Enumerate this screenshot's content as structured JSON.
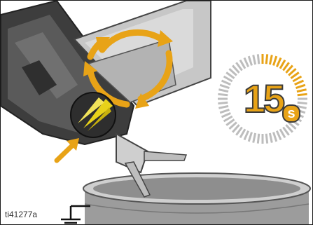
{
  "figure": {
    "id_label": "ti41277a",
    "timer_value": "15",
    "timer_unit": "s"
  },
  "colors": {
    "accent": "#e8a317",
    "tool_dark": "#4a4a4a",
    "cup_grey": "#bdbdbd",
    "bucket_grey": "#a9a9a9"
  },
  "icons": [
    "rotate-arrows-icon",
    "pointer-arrow-icon",
    "ground-icon"
  ]
}
